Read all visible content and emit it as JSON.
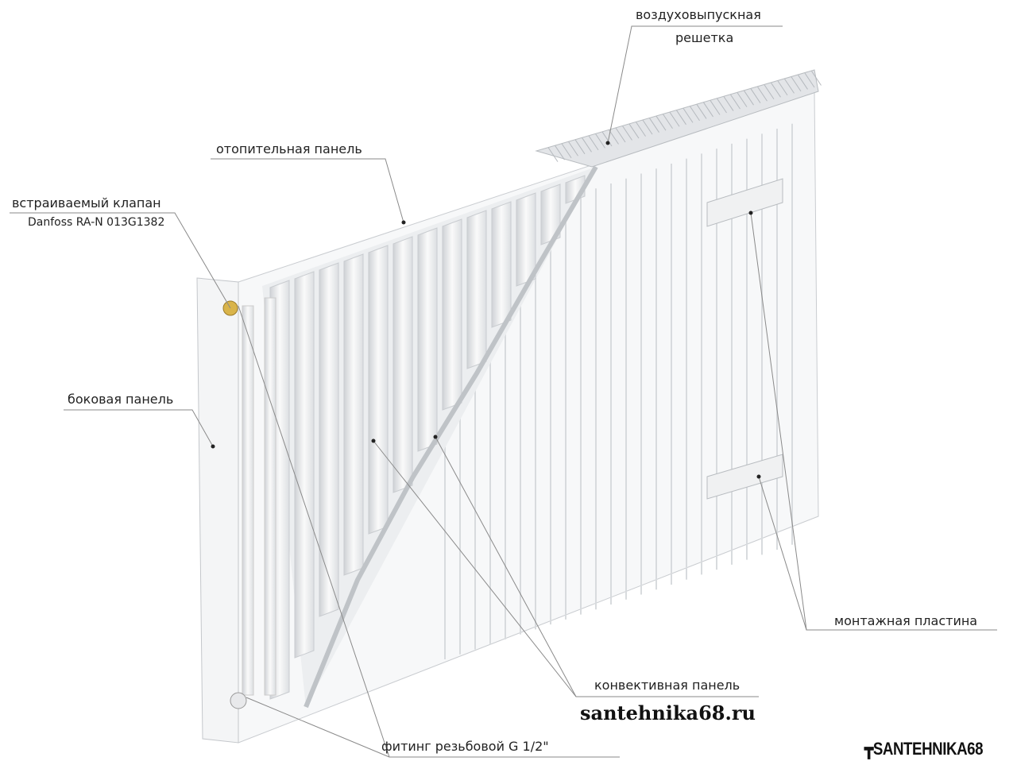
{
  "labels": {
    "air_grille_1": "воздуховыпускная",
    "air_grille_2": "решетка",
    "heating_panel": "отопительная панель",
    "valve": "встраиваемый клапан",
    "valve_model": "Danfoss RA-N 013G1382",
    "side_panel": "боковая панель",
    "mounting_plate": "монтажная пластина",
    "convection_panel": "конвективная панель",
    "fitting": "фитинг резьбовой G 1/2\""
  },
  "watermark": "santehnika68.ru",
  "logo": "SANTEHNIKA68",
  "colors": {
    "valve": "#d9b44a",
    "line": "#888888"
  }
}
